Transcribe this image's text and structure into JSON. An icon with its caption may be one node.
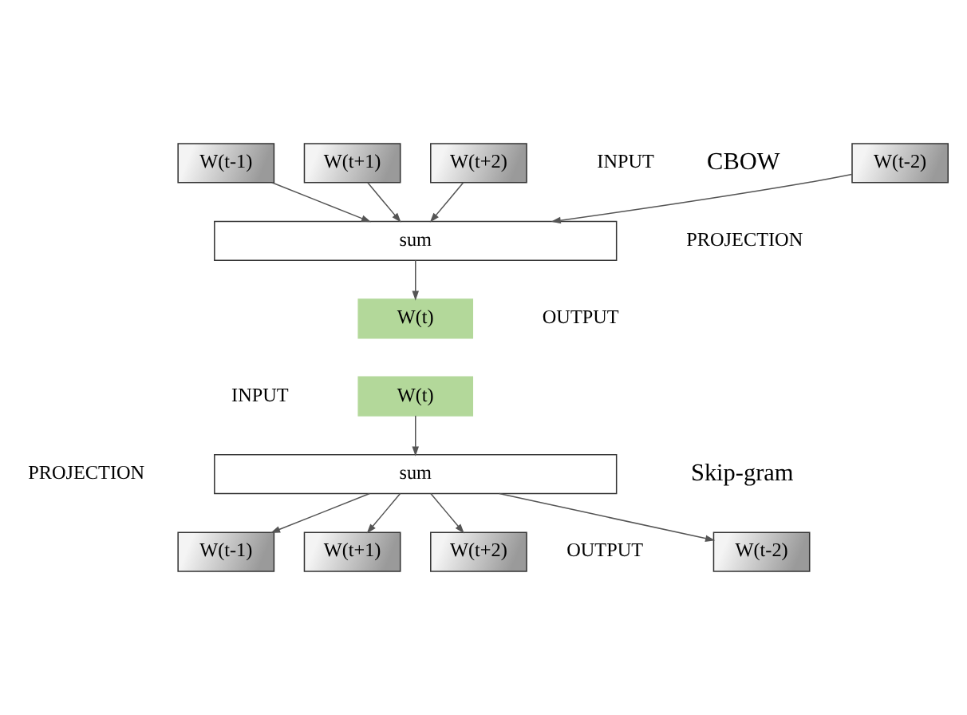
{
  "diagram": {
    "nodes": [
      {
        "text": [
          "W(t-2)"
        ]
      },
      {
        "text": [
          "W(t-1)"
        ]
      },
      {
        "text": [
          "W(t+1)"
        ]
      },
      {
        "text": [
          "W(t+2)"
        ]
      },
      {
        "text": [
          "sum"
        ]
      },
      {
        "text": [
          "W(t)"
        ]
      },
      {
        "text": [
          "W(t)"
        ]
      },
      {
        "text": [
          "sum"
        ]
      },
      {
        "text": [
          "W(t-2)"
        ]
      },
      {
        "text": [
          "W(t-1)"
        ]
      },
      {
        "text": [
          "W(t+1)"
        ]
      },
      {
        "text": [
          "W(t+2)"
        ]
      }
    ],
    "edges": [
      {
        "from": 0,
        "to": 4,
        "arrow": "to"
      },
      {
        "from": 1,
        "to": 4,
        "arrow": "to"
      },
      {
        "from": 2,
        "to": 4,
        "arrow": "to"
      },
      {
        "from": 3,
        "to": 4,
        "arrow": "to"
      },
      {
        "from": 4,
        "to": 5,
        "arrow": "to"
      },
      {
        "from": 6,
        "to": 7,
        "arrow": "to"
      },
      {
        "from": 7,
        "to": 8,
        "arrow": "to"
      },
      {
        "from": 7,
        "to": 9,
        "arrow": "to"
      },
      {
        "from": 7,
        "to": 10,
        "arrow": "to"
      },
      {
        "from": 7,
        "to": 11,
        "arrow": "to"
      }
    ],
    "labels": [
      "CBOW",
      "INPUT",
      "PROJECTION",
      "OUTPUT",
      "INPUT",
      "PROJECTION",
      "OUTPUT",
      "Skip-gram"
    ]
  }
}
